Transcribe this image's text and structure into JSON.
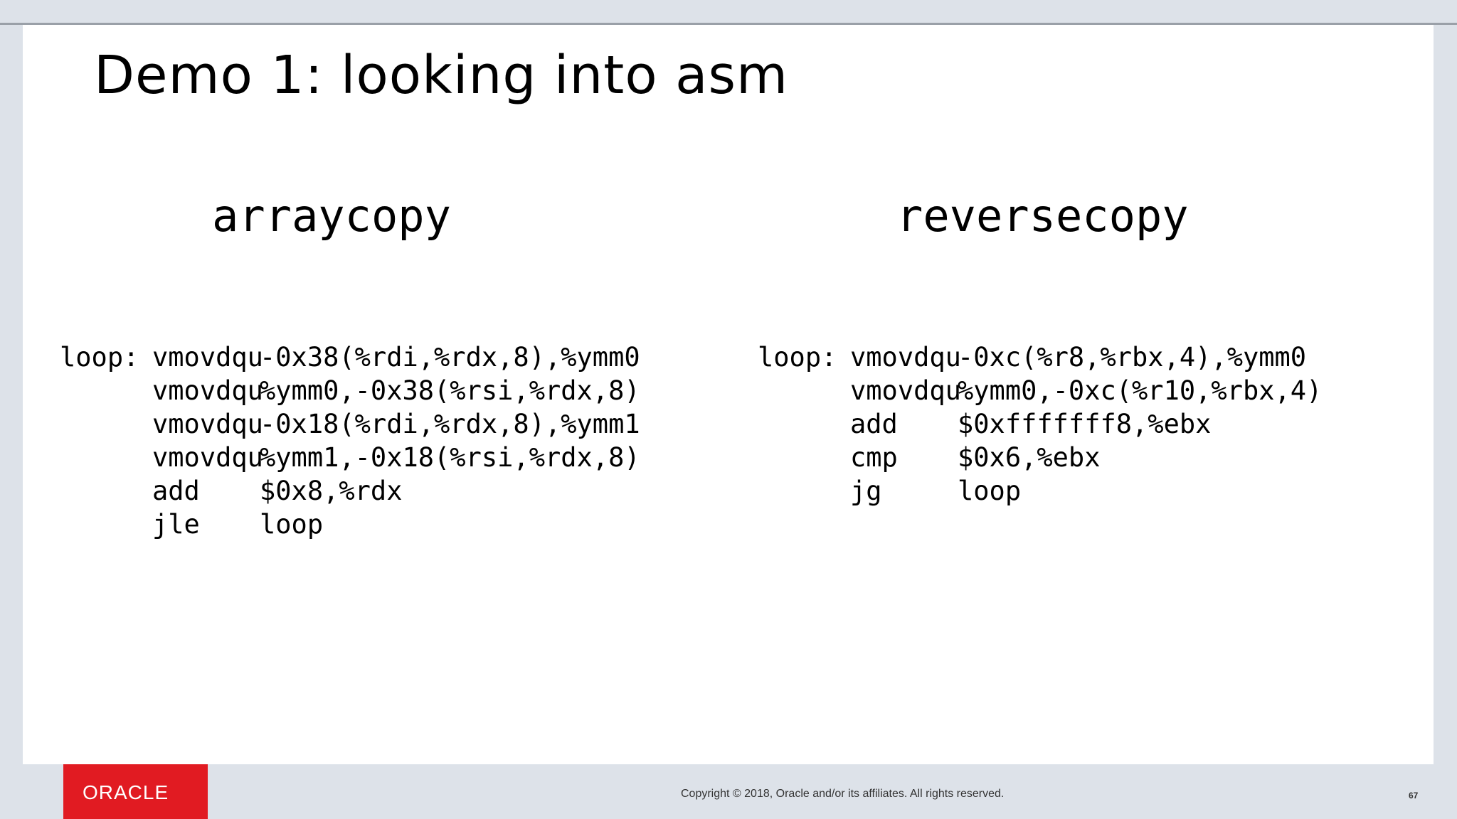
{
  "slide": {
    "title": "Demo 1: looking into asm",
    "columns": [
      {
        "heading": "arraycopy",
        "code": [
          {
            "label": "loop:",
            "op": "vmovdqu",
            "args": "-0x38(%rdi,%rdx,8),%ymm0"
          },
          {
            "label": "",
            "op": "vmovdqu",
            "args": "%ymm0,-0x38(%rsi,%rdx,8)"
          },
          {
            "label": "",
            "op": "vmovdqu",
            "args": "-0x18(%rdi,%rdx,8),%ymm1"
          },
          {
            "label": "",
            "op": "vmovdqu",
            "args": "%ymm1,-0x18(%rsi,%rdx,8)"
          },
          {
            "label": "",
            "op": "add",
            "args": "$0x8,%rdx"
          },
          {
            "label": "",
            "op": "jle",
            "args": "loop"
          }
        ]
      },
      {
        "heading": "reversecopy",
        "code": [
          {
            "label": "loop:",
            "op": "vmovdqu",
            "args": "-0xc(%r8,%rbx,4),%ymm0"
          },
          {
            "label": "",
            "op": "vmovdqu",
            "args": "%ymm0,-0xc(%r10,%rbx,4)"
          },
          {
            "label": "",
            "op": "add",
            "args": "$0xfffffff8,%ebx"
          },
          {
            "label": "",
            "op": "cmp",
            "args": "$0x6,%ebx"
          },
          {
            "label": "",
            "op": "jg",
            "args": "loop"
          }
        ]
      }
    ]
  },
  "footer": {
    "logo_text": "ORACLE",
    "copyright": "Copyright © 2018, Oracle and/or its affiliates. All rights reserved.",
    "page_number": "67"
  },
  "colors": {
    "oracle_red": "#e11b22",
    "slide_background": "#ffffff",
    "frame_background": "#dde2e9"
  },
  "icons": {
    "logo": "oracle-logo"
  }
}
